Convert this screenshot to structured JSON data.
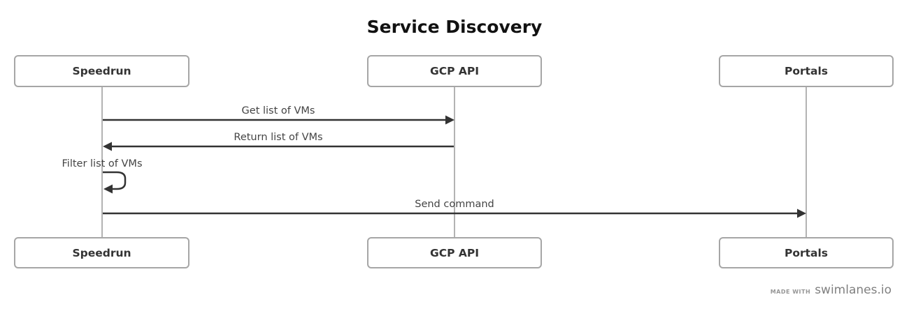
{
  "diagram": {
    "title": "Service Discovery",
    "type": "sequence-diagram"
  },
  "actors": [
    {
      "name": "Speedrun"
    },
    {
      "name": "GCP API"
    },
    {
      "name": "Portals"
    }
  ],
  "messages": [
    {
      "label": "Get list of VMs",
      "from": "Speedrun",
      "to": "GCP API",
      "style": "solid-arrow-right"
    },
    {
      "label": "Return list of VMs",
      "from": "GCP API",
      "to": "Speedrun",
      "style": "solid-arrow-left"
    },
    {
      "label": "Filter list of VMs",
      "from": "Speedrun",
      "to": "Speedrun",
      "style": "self-loop"
    },
    {
      "label": "Send command",
      "from": "Speedrun",
      "to": "Portals",
      "style": "solid-arrow-right"
    }
  ],
  "footer": {
    "made_with": "MADE WITH",
    "brand": "swimlanes.io"
  },
  "colors": {
    "background": "#ffffff",
    "title_text": "#111111",
    "box_border": "#a6a6a6",
    "box_text": "#333333",
    "lifeline": "#b3b3b3",
    "arrow": "#333333",
    "label_text": "#444444",
    "footer_text": "#8c8c8c"
  }
}
